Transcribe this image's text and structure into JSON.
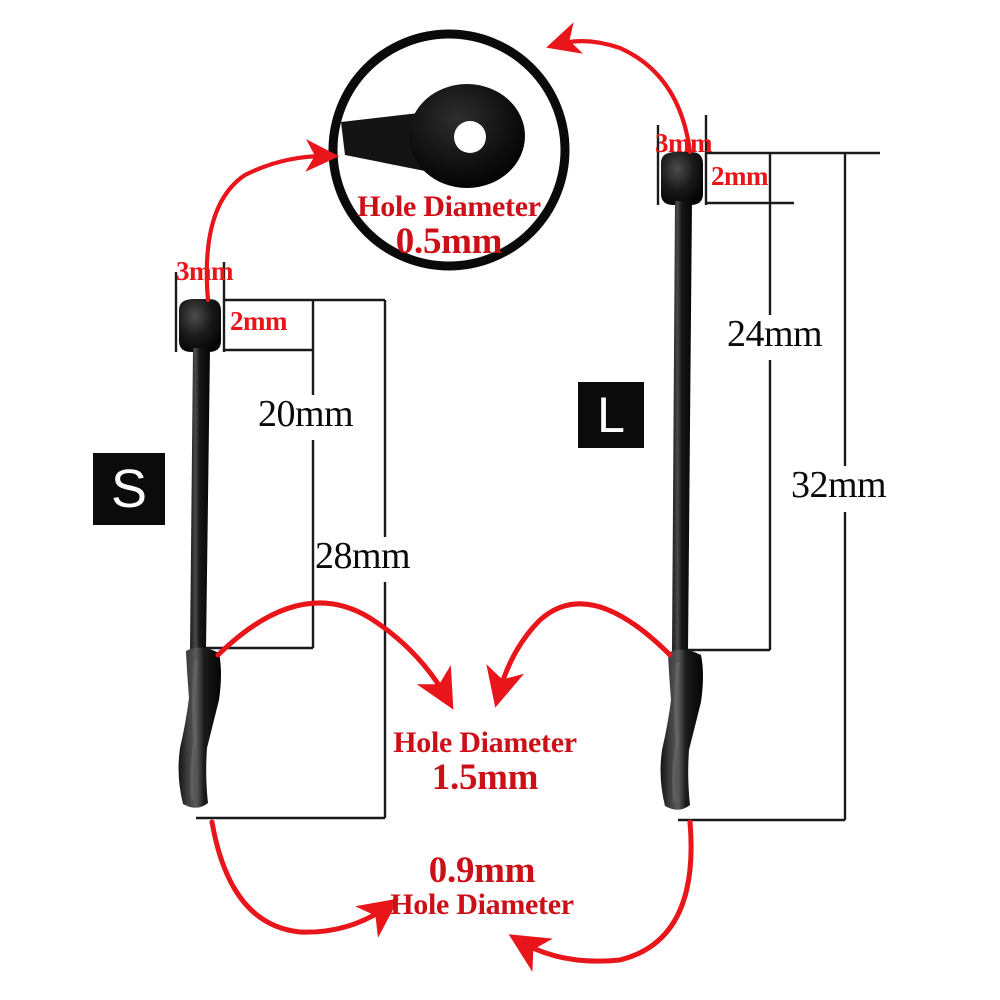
{
  "diagram": {
    "title": "Earphone silicone ear tip and stem size chart",
    "background_color": "#ffffff",
    "red_accent": "#e8151b",
    "dark_red_accent": "#cc1018",
    "part_color": "#111111"
  },
  "variants": [
    {
      "badge": "S",
      "knob_width_label": "3mm",
      "knob_height_label": "2mm",
      "inner_length_label": "20mm",
      "outer_length_label": "28mm"
    },
    {
      "badge": "L",
      "knob_width_label": "3mm",
      "knob_height_label": "2mm",
      "inner_length_label": "24mm",
      "outer_length_label": "32mm"
    }
  ],
  "callouts": {
    "magnifier": {
      "line1": "Hole Diameter",
      "line2": "0.5mm"
    },
    "middle": {
      "line1": "Hole Diameter",
      "line2": "1.5mm"
    },
    "bottom": {
      "line1": "0.9mm",
      "line2": "Hole Diameter"
    }
  },
  "icons": {
    "magnifier": "magnifier-circle-icon",
    "arrow": "curved-arrow-icon"
  }
}
